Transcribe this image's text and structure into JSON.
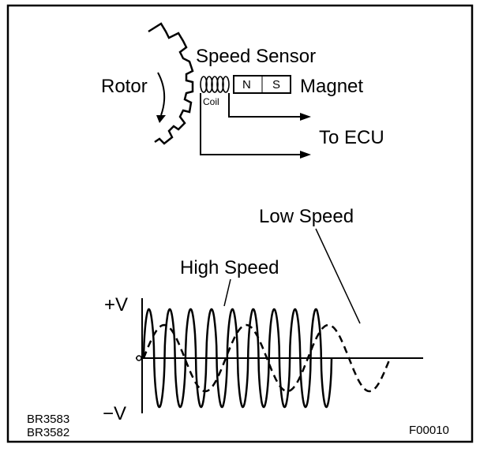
{
  "labels": {
    "speed_sensor": "Speed Sensor",
    "rotor": "Rotor",
    "coil": "Coil",
    "magnet_n": "N",
    "magnet_s": "S",
    "magnet": "Magnet",
    "to_ecu": "To ECU",
    "low_speed": "Low Speed",
    "high_speed": "High Speed",
    "plus_v": "+V",
    "minus_v": "−V",
    "ref_1": "BR3583",
    "ref_2": "BR3582",
    "figure_id": "F00010"
  },
  "waveforms": {
    "high_speed_cycles": 9,
    "low_speed_cycles": 3
  }
}
